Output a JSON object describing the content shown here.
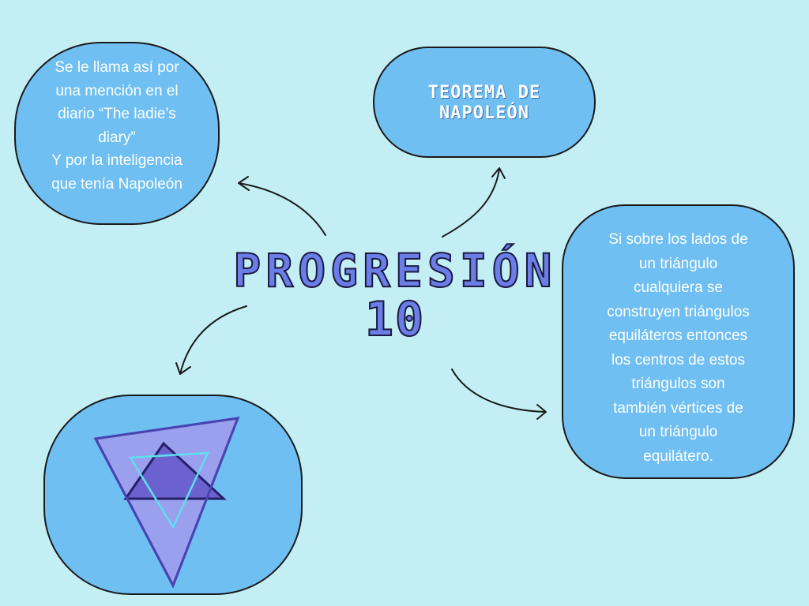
{
  "center": {
    "title_line1": "PROGRESIÓN",
    "title_line2": "10"
  },
  "title_bubble": {
    "line1": "TEOREMA DE",
    "line2": "NAPOLEÓN"
  },
  "top_left_note": {
    "lines": [
      "Se le llama así por",
      "una mención en el",
      "diario “The ladie’s",
      "diary”",
      "Y por la inteligencia",
      "que tenía Napoleón"
    ]
  },
  "right_note": {
    "lines": [
      "Si sobre los lados de",
      "un triángulo",
      "cualquiera se",
      "construyen triángulos",
      "equiláteros entonces",
      "los centros de estos",
      "triángulos son",
      "también vértices de",
      "un triángulo",
      "equilátero."
    ]
  },
  "colors": {
    "background": "#c3eff4",
    "bubble_fill": "#6fbff2",
    "title_fill": "#6b7de6",
    "triangle_fill": "#9aa0ee",
    "triangle_overlap": "#6b62cf",
    "triangle_stroke": "#4a44b0",
    "inner_triangle_stroke": "#5ee0f0"
  },
  "icons": [
    "curved-arrow-icon",
    "triangle-diagram-icon"
  ]
}
